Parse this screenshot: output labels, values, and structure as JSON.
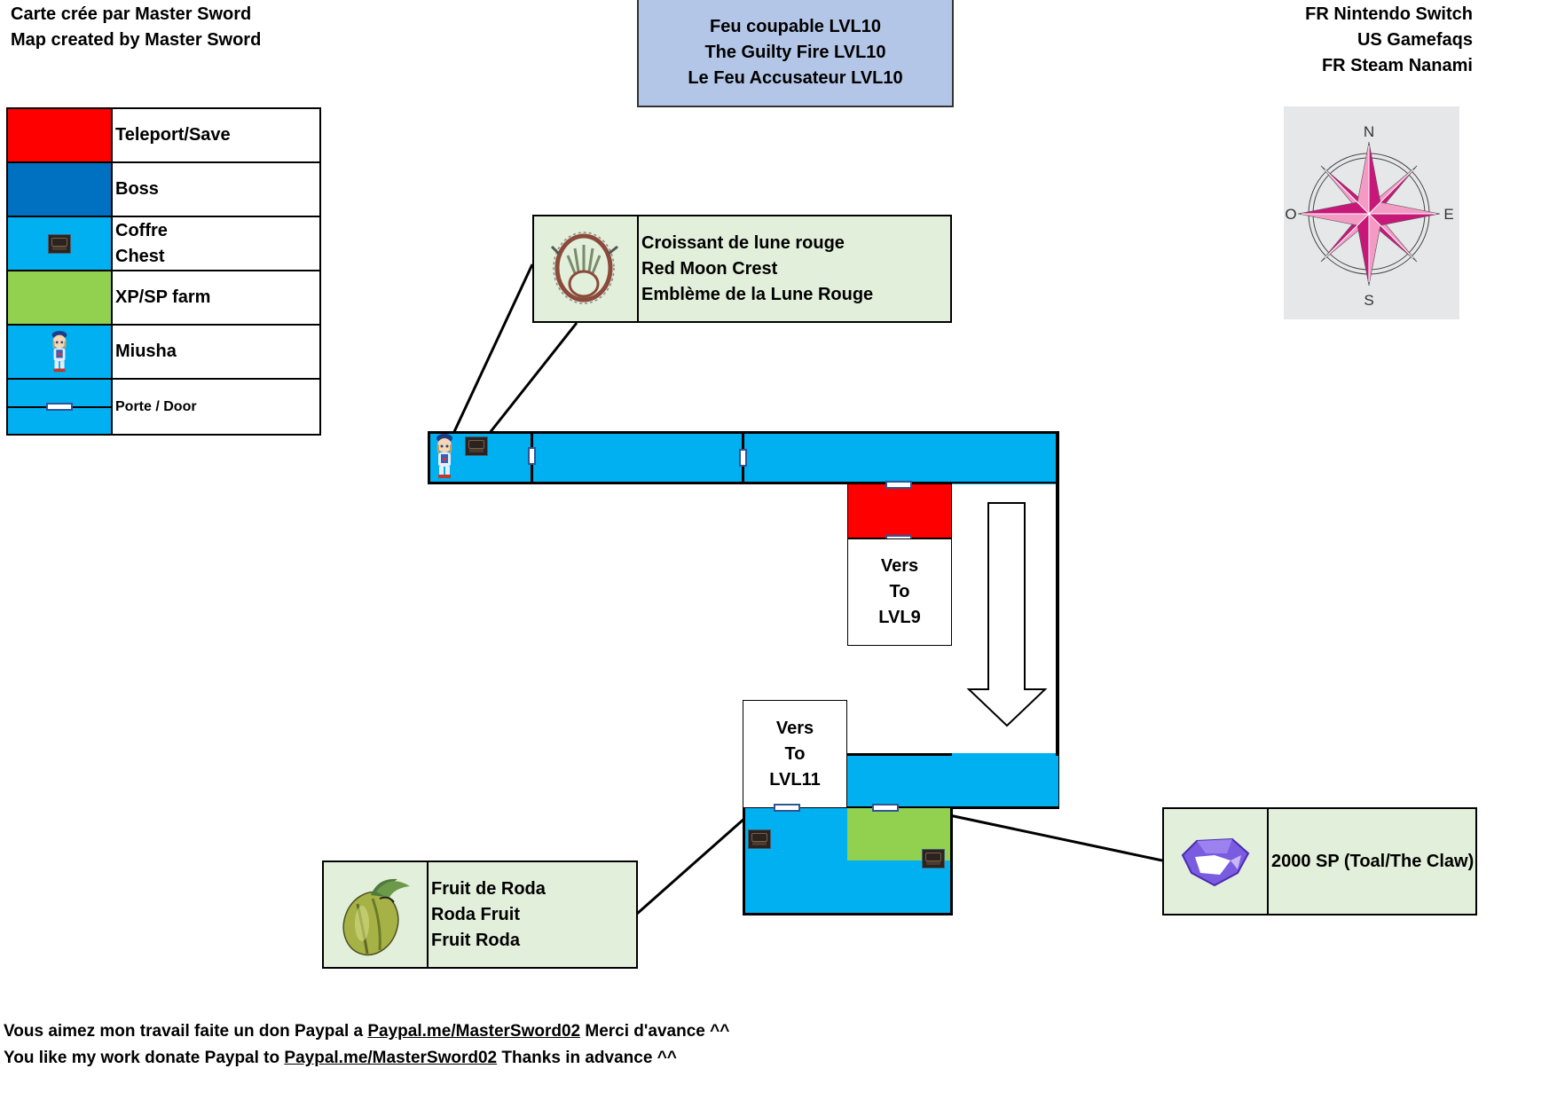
{
  "credits": {
    "line_fr": "Carte crée par Master Sword",
    "line_en": "Map created by Master Sword"
  },
  "title": {
    "fr": "Feu coupable LVL10",
    "en": "The Guilty Fire LVL10",
    "fr_steam": "Le Feu Accusateur LVL10"
  },
  "sources": [
    "FR Nintendo Switch",
    "US Gamefaqs",
    "FR Steam Nanami"
  ],
  "compass": {
    "north": "N",
    "south": "S",
    "east": "E",
    "west": "O"
  },
  "legend": {
    "items": [
      {
        "label_lines": [
          "Teleport/Save"
        ],
        "color": "#ff0000",
        "icon": ""
      },
      {
        "label_lines": [
          "Boss"
        ],
        "color": "#0070c0",
        "icon": ""
      },
      {
        "label_lines": [
          "Coffre",
          "Chest"
        ],
        "color": "#00b0f0",
        "icon": "chest-icon"
      },
      {
        "label_lines": [
          "XP/SP farm"
        ],
        "color": "#92d050",
        "icon": ""
      },
      {
        "label_lines": [
          "Miusha"
        ],
        "color": "#00b0f0",
        "icon": "miusha-icon"
      },
      {
        "label_lines": [
          "Porte / Door"
        ],
        "color": "#00b0f0",
        "icon": "door-icon"
      }
    ]
  },
  "items": {
    "crest": {
      "icon": "red-moon-crest-icon",
      "lines": [
        "Croissant de lune rouge",
        "Red Moon Crest",
        "Emblème de la Lune Rouge"
      ]
    },
    "fruit": {
      "icon": "roda-fruit-icon",
      "lines": [
        "Fruit de Roda",
        "Roda Fruit",
        "Fruit Roda"
      ]
    },
    "sp": {
      "icon": "purple-crystal-icon",
      "lines": [
        "2000 SP (Toal/The Claw)"
      ]
    }
  },
  "exits": {
    "lvl9": {
      "lines": [
        "Vers",
        "To",
        "LVL9"
      ]
    },
    "lvl11": {
      "lines": [
        "Vers",
        "To",
        "LVL11"
      ]
    }
  },
  "colors": {
    "teleport": "#ff0000",
    "boss": "#0070c0",
    "room": "#00b0f0",
    "farm": "#92d050",
    "item_box": "#e2efda",
    "title_box": "#b4c6e7",
    "door_border": "#2f5597",
    "compass_dark": "#c7187a",
    "compass_light": "#f39ac5"
  },
  "footer": {
    "fr_prefix": "Vous aimez mon travail faite un don Paypal a ",
    "fr_link": "Paypal.me/MasterSword02",
    "fr_suffix": " Merci d'avance ^^",
    "en_prefix": "You like my work donate Paypal to ",
    "en_link": "Paypal.me/MasterSword02",
    "en_suffix": " Thanks in advance ^^"
  }
}
